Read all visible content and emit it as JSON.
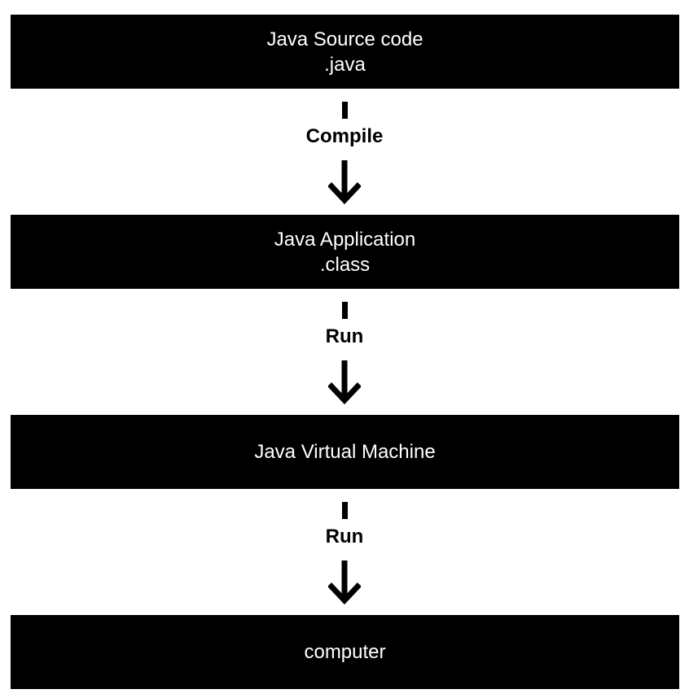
{
  "nodes": [
    {
      "line1": "Java Source code",
      "line2": ".java"
    },
    {
      "line1": "Java Application",
      "line2": ".class"
    },
    {
      "line1": "Java Virtual Machine"
    },
    {
      "line1": "computer"
    }
  ],
  "edges": [
    {
      "label": "Compile"
    },
    {
      "label": "Run"
    },
    {
      "label": "Run"
    }
  ]
}
